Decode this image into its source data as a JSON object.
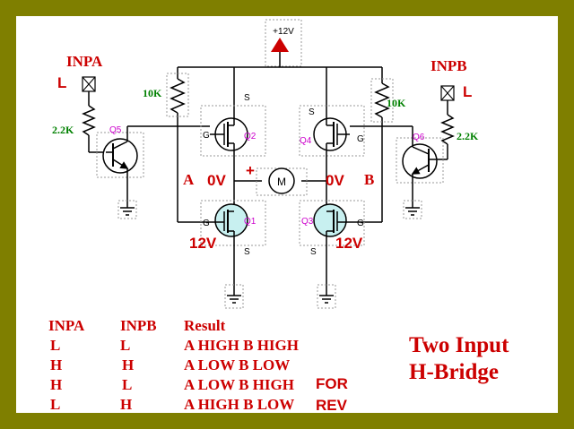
{
  "colors": {
    "frame": "#7f7f00",
    "wire": "#000000",
    "red": "#cc0000",
    "green": "#008000",
    "magenta": "#cc00cc",
    "mosfet_fill": "#c8f0f0"
  },
  "supply": {
    "label": "+12V"
  },
  "labels": {
    "inpa": "INPA",
    "inpb": "INPB",
    "inpa_state": "L",
    "inpb_state": "L",
    "r_left": "10K",
    "r_right": "10K",
    "r_base_left": "2.2K",
    "r_base_right": "2.2K",
    "q1": "Q1",
    "q2": "Q2",
    "q3": "Q3",
    "q4": "Q4",
    "q5": "Q5",
    "q6": "Q6",
    "gate": "G",
    "source": "S",
    "node_a": "A",
    "node_b": "B",
    "va": "0V",
    "vb": "0V",
    "gate_q1": "12V",
    "gate_q3": "12V",
    "motor": "M",
    "motor_plus": "+"
  },
  "truth_table": {
    "headers": [
      "INPA",
      "INPB",
      "Result"
    ],
    "rows": [
      {
        "a": "L",
        "b": "L",
        "result": "A HIGH B HIGH",
        "note": ""
      },
      {
        "a": "H",
        "b": "H",
        "result": "A LOW B LOW",
        "note": ""
      },
      {
        "a": "H",
        "b": "L",
        "result": "A LOW B HIGH",
        "note": "FOR"
      },
      {
        "a": "L",
        "b": "H",
        "result": "A HIGH B LOW",
        "note": "REV"
      }
    ]
  },
  "title": {
    "line1": "Two Input",
    "line2": "H-Bridge"
  }
}
